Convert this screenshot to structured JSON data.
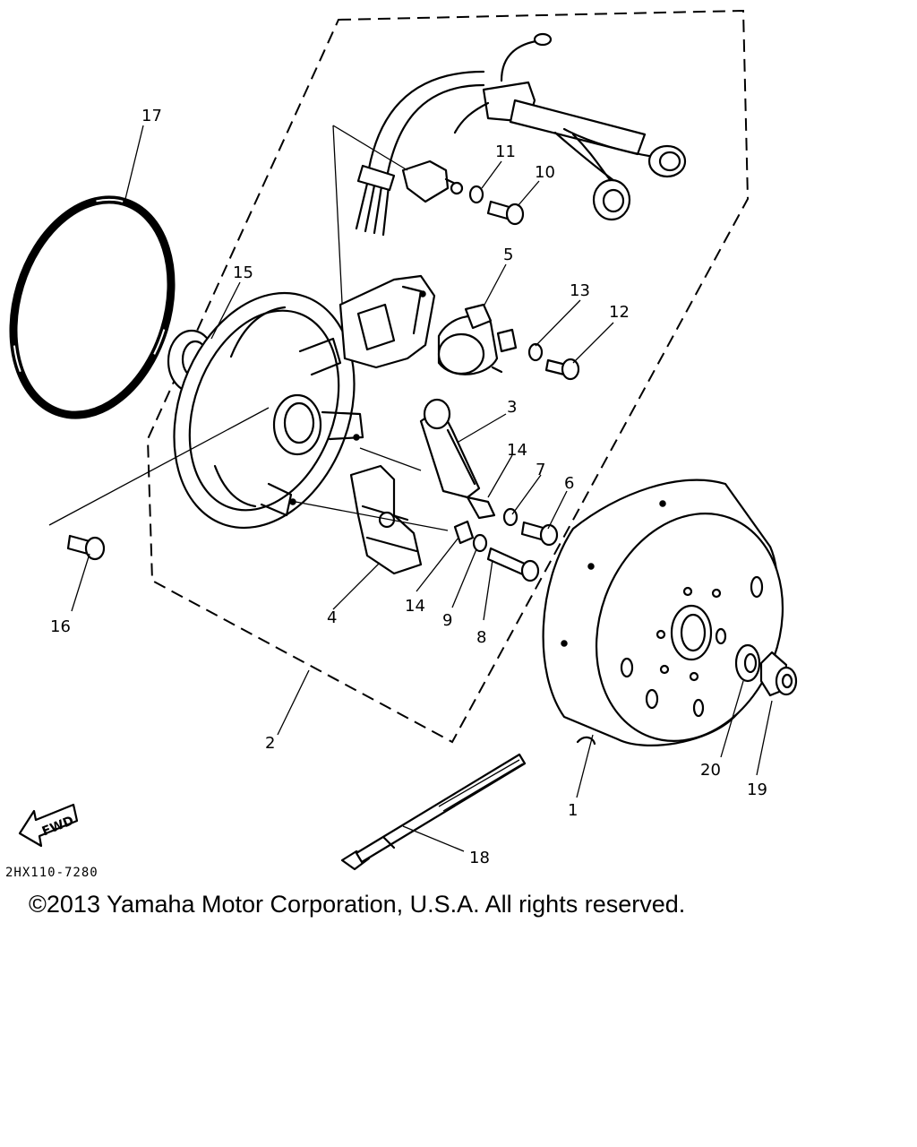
{
  "diagram": {
    "labels": {
      "l1": "1",
      "l2": "2",
      "l3": "3",
      "l4": "4",
      "l5": "5",
      "l6": "6",
      "l7": "7",
      "l8": "8",
      "l9": "9",
      "l10": "10",
      "l11": "11",
      "l12": "12",
      "l13": "13",
      "l14a": "14",
      "l14b": "14",
      "l15": "15",
      "l16": "16",
      "l17": "17",
      "l18": "18",
      "l19": "19",
      "l20": "20"
    },
    "fwd_label": "FWD",
    "drawing_code": "2HX110-7280"
  },
  "copyright": "©2013 Yamaha Motor Corporation, U.S.A. All rights reserved."
}
